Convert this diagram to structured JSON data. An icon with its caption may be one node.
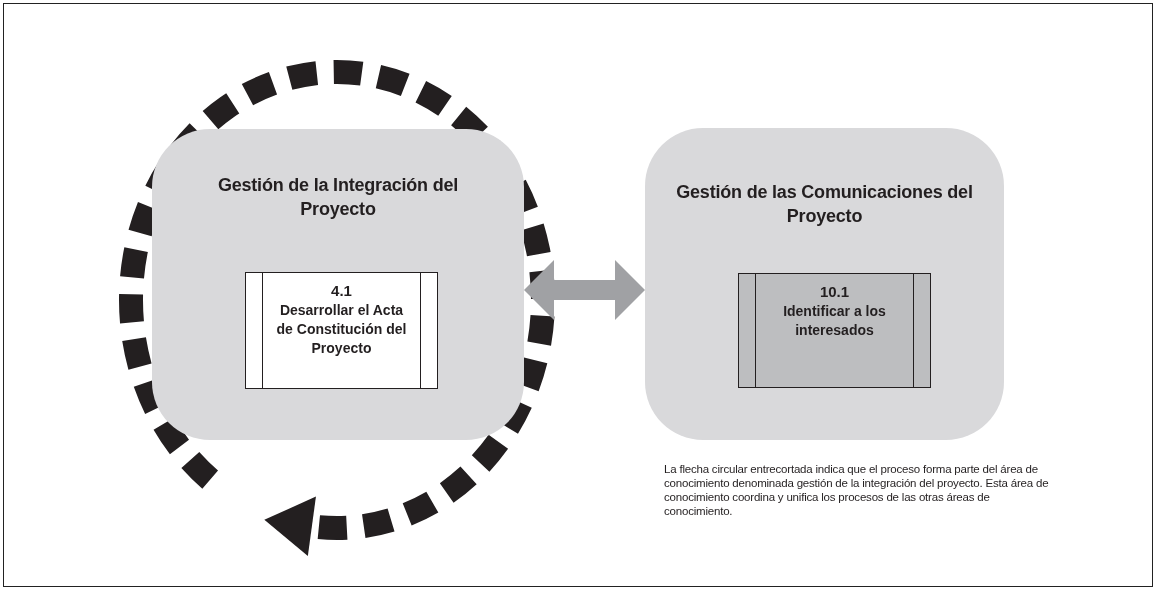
{
  "diagram": {
    "nodes": [
      {
        "text": [
          "Gestión de la Integración del Proyecto"
        ]
      },
      {
        "text": [
          "4.1",
          "Desarrollar el Acta de Constitución del Proyecto"
        ],
        "in": 0
      },
      {
        "text": [
          "Gestión de las Comunicaciones del Proyecto"
        ]
      },
      {
        "text": [
          "10.1",
          "Identificar a los interesados"
        ],
        "in": 2
      }
    ],
    "edges": [
      {
        "from": 0,
        "to": 2,
        "arrow": "both"
      }
    ],
    "labels": [
      "La flecha circular entrecortada indica que el proceso forma parte del área de conocimiento denominada gestión de la integración del proyecto. Esta área de conocimiento coordina y unifica los procesos de las otras áreas de conocimiento."
    ]
  }
}
